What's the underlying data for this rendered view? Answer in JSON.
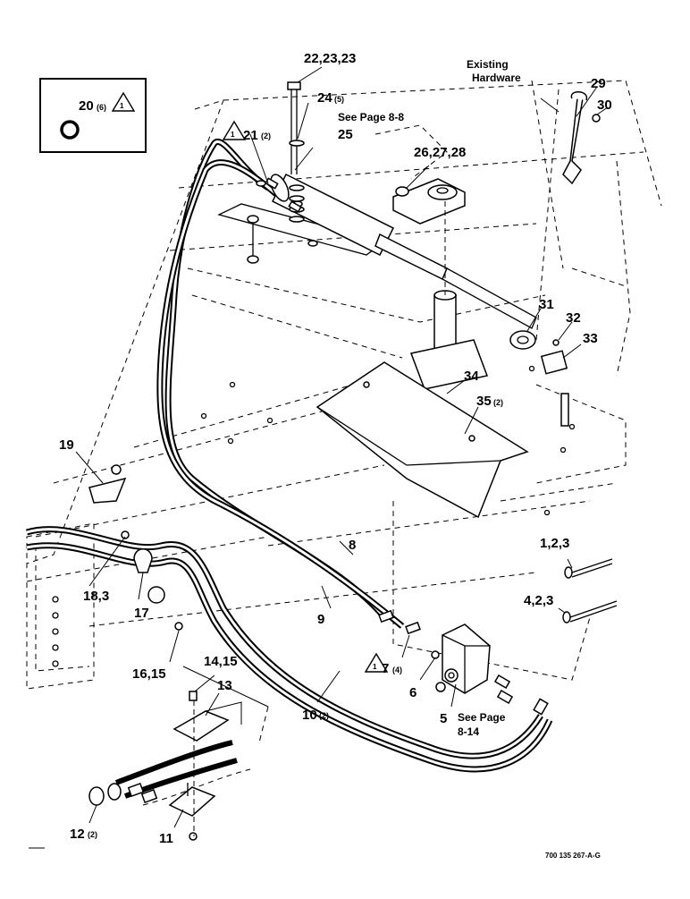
{
  "inset": {
    "callout": "20",
    "qty": "(6)",
    "triangle": "1"
  },
  "callouts": [
    {
      "id": "c1",
      "num": "22,23,23",
      "qty": ""
    },
    {
      "id": "c2",
      "num": "24",
      "qty": "(5)"
    },
    {
      "id": "c3",
      "num": "21",
      "qty": "(2)",
      "triangle": "1"
    },
    {
      "id": "c4",
      "num": "25",
      "qty": ""
    },
    {
      "id": "c5",
      "num": "26,27,28",
      "qty": ""
    },
    {
      "id": "c6",
      "num": "29",
      "qty": ""
    },
    {
      "id": "c7",
      "num": "30",
      "qty": ""
    },
    {
      "id": "c8",
      "num": "31",
      "qty": ""
    },
    {
      "id": "c9",
      "num": "32",
      "qty": ""
    },
    {
      "id": "c10",
      "num": "33",
      "qty": ""
    },
    {
      "id": "c11",
      "num": "34",
      "qty": ""
    },
    {
      "id": "c12",
      "num": "35",
      "qty": "(2)"
    },
    {
      "id": "c13",
      "num": "19",
      "qty": ""
    },
    {
      "id": "c14",
      "num": "8",
      "qty": ""
    },
    {
      "id": "c15",
      "num": "9",
      "qty": ""
    },
    {
      "id": "c16",
      "num": "1,2,3",
      "qty": ""
    },
    {
      "id": "c17",
      "num": "4,2,3",
      "qty": ""
    },
    {
      "id": "c18",
      "num": "18,3",
      "qty": ""
    },
    {
      "id": "c19",
      "num": "17",
      "qty": ""
    },
    {
      "id": "c20",
      "num": "16,15",
      "qty": ""
    },
    {
      "id": "c21",
      "num": "7",
      "qty": "(4)",
      "triangle": "1"
    },
    {
      "id": "c22",
      "num": "6",
      "qty": ""
    },
    {
      "id": "c23",
      "num": "14,15",
      "qty": ""
    },
    {
      "id": "c24",
      "num": "13",
      "qty": ""
    },
    {
      "id": "c25",
      "num": "10",
      "qty": "(2)"
    },
    {
      "id": "c26",
      "num": "5",
      "qty": ""
    },
    {
      "id": "c27",
      "num": "12",
      "qty": "(2)"
    },
    {
      "id": "c28",
      "num": "11",
      "qty": ""
    }
  ],
  "notes": {
    "see_page_88": "See Page 8-8",
    "existing_line1": "Existing",
    "existing_line2": "Hardware",
    "see_page_814_line1": "See Page",
    "see_page_814_line2": "8-14"
  },
  "footer": {
    "part_code": "700 135 267-A-G"
  }
}
